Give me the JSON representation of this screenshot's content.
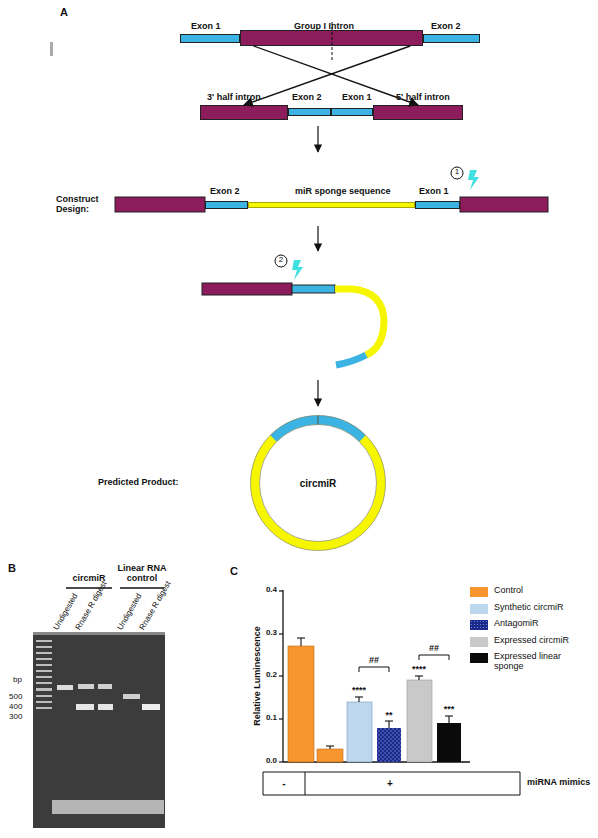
{
  "diagram": {
    "nodes": [
      {
        "text": [
          "Exon 1"
        ]
      },
      {
        "text": [
          "Group I Intron"
        ]
      },
      {
        "text": [
          "Exon 2"
        ]
      },
      {
        "text": [
          "3' half intron"
        ]
      },
      {
        "text": [
          "Exon 2"
        ]
      },
      {
        "text": [
          "Exon 1"
        ]
      },
      {
        "text": [
          "5' half intron"
        ]
      },
      {
        "text": [
          "Exon 2"
        ]
      },
      {
        "text": [
          "miR sponge sequence"
        ]
      },
      {
        "text": [
          "Exon 1"
        ]
      },
      {
        "text": [
          "circmiR"
        ]
      }
    ],
    "edges": [
      {
        "from": 1,
        "to": 3,
        "arrow": "to"
      },
      {
        "from": 1,
        "to": 6,
        "arrow": "to"
      }
    ],
    "labels": [
      "A",
      "Construct Design:",
      "1",
      "2",
      "Predicted Product:",
      "B",
      "circmiR",
      "Linear RNA control",
      "Undigested",
      "Rnase R digest",
      "Undigested",
      "Rnase R digest",
      "bp",
      "500",
      "400",
      "300",
      "C",
      "0.4",
      "0.3",
      "0.2",
      "0.1",
      "0.0",
      "Relative Luminescence",
      "****",
      "##",
      "**",
      "****",
      "##",
      "***",
      "-",
      "+",
      "miRNA mimics"
    ],
    "legend": [
      {
        "text": "Control",
        "color": "#f7962f"
      },
      {
        "text": "Synthetic circmiR",
        "color": "#bdd7ee"
      },
      {
        "text": "AntagomiR",
        "color": "#1b2a8a"
      },
      {
        "text": "Expressed circmiR",
        "color": "#c9c9c9"
      },
      {
        "text": "Expressed linear sponge",
        "color": "#0a0a0a"
      }
    ]
  }
}
